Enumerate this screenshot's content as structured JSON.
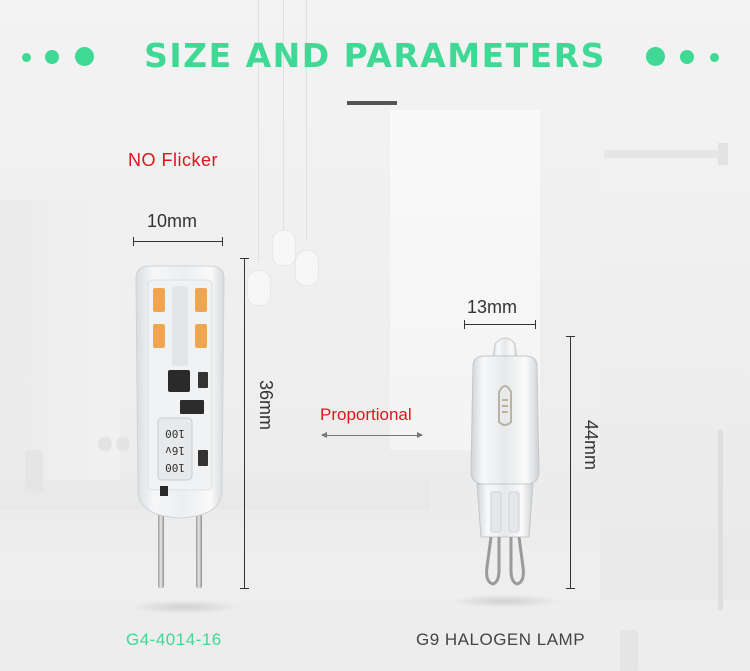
{
  "header": {
    "title": "SIZE AND PARAMETERS"
  },
  "colors": {
    "accent": "#3fd895",
    "warning": "#e0141b",
    "text": "#333333"
  },
  "left_product": {
    "feature": "NO Flicker",
    "width": "10mm",
    "height": "36mm",
    "model": "G4-4014-16",
    "chip_text": [
      "100",
      "16v",
      "100"
    ]
  },
  "comparison": {
    "label": "Proportional"
  },
  "right_product": {
    "width": "13mm",
    "height": "44mm",
    "model": "G9 HALOGEN LAMP"
  }
}
